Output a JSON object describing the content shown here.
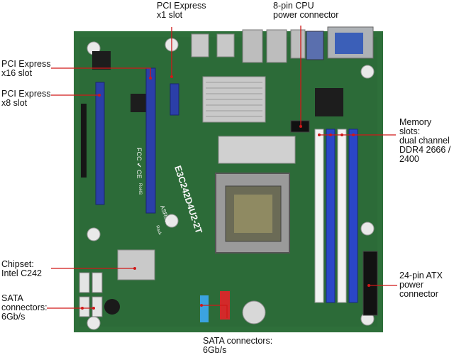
{
  "labels": {
    "pcie_x1": "PCI Express\nx1 slot",
    "cpu_power": "8-pin CPU\npower connector",
    "pcie_x16": "PCI Express\nx16 slot",
    "pcie_x8": "PCI Express\nx8 slot",
    "memory": "Memory slots:\ndual channel\nDDR4 2666 /\n2400",
    "chipset": "Chipset:\nIntel C242",
    "sata_left": "SATA\nconnectors:\n6Gb/s",
    "atx_power": "24-pin ATX\npower\nconnector",
    "sata_bottom": "SATA connectors:\n6Gb/s"
  },
  "board": {
    "model_text": "E3C242D4U2-2T",
    "brand_text": "ASRock",
    "brand_sub": "Rack",
    "cert_text": "FCC ✔ CE",
    "rohs_text": "RoHS"
  },
  "colors": {
    "pcb": "#2e6f3a",
    "pcb_dark": "#1f5328",
    "slot_blue": "#2b3fa8",
    "dimm_white": "#f2f2f2",
    "dimm_blue": "#2a46c8",
    "leader_red": "#d01818",
    "heatsink": "#c9c9c9"
  }
}
